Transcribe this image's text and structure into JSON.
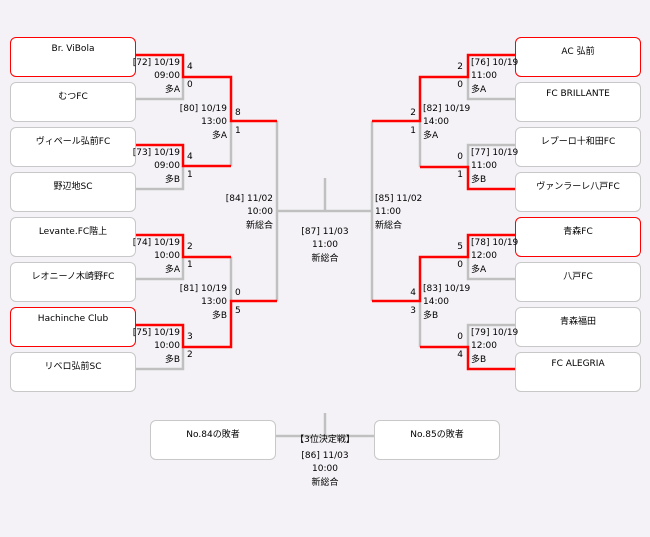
{
  "colors": {
    "winner": "#ff0000",
    "line": "#c0c0c0"
  },
  "left_teams": [
    "Br. ViBola",
    "むつFC",
    "ヴィペール弘前FC",
    "野辺地SC",
    "Levante.FC階上",
    "レオニーノ木崎野FC",
    "Hachinche Club",
    "リベロ弘前SC"
  ],
  "right_teams": [
    "AC 弘前",
    "FC BRILLANTE",
    "レプーロ十和田FC",
    "ヴァンラーレ八戸FC",
    "青森FC",
    "八戸FC",
    "青森福田",
    "FC ALEGRIA"
  ],
  "matches": {
    "m72": {
      "label": "[72] 10/19",
      "time": "09:00",
      "venue": "多A",
      "s1": "4",
      "s2": "0"
    },
    "m73": {
      "label": "[73] 10/19",
      "time": "09:00",
      "venue": "多B",
      "s1": "4",
      "s2": "1"
    },
    "m74": {
      "label": "[74] 10/19",
      "time": "10:00",
      "venue": "多A",
      "s1": "2",
      "s2": "1"
    },
    "m75": {
      "label": "[75] 10/19",
      "time": "10:00",
      "venue": "多B",
      "s1": "3",
      "s2": "2"
    },
    "m76": {
      "label": "[76] 10/19",
      "time": "11:00",
      "venue": "多A",
      "s1": "2",
      "s2": "0"
    },
    "m77": {
      "label": "[77] 10/19",
      "time": "11:00",
      "venue": "多B",
      "s1": "0",
      "s2": "1"
    },
    "m78": {
      "label": "[78] 10/19",
      "time": "12:00",
      "venue": "多A",
      "s1": "5",
      "s2": "0"
    },
    "m79": {
      "label": "[79] 10/19",
      "time": "12:00",
      "venue": "多B",
      "s1": "0",
      "s2": "4"
    },
    "m80": {
      "label": "[80] 10/19",
      "time": "13:00",
      "venue": "多A",
      "s1": "8",
      "s2": "1"
    },
    "m81": {
      "label": "[81] 10/19",
      "time": "13:00",
      "venue": "多B",
      "s1": "0",
      "s2": "5"
    },
    "m82": {
      "label": "[82] 10/19",
      "time": "14:00",
      "venue": "多A",
      "s1": "2",
      "s2": "1"
    },
    "m83": {
      "label": "[83] 10/19",
      "time": "14:00",
      "venue": "多B",
      "s1": "4",
      "s2": "3"
    },
    "m84": {
      "label": "[84] 11/02",
      "time": "10:00",
      "venue": "新総合"
    },
    "m85": {
      "label": "[85] 11/02",
      "time": "11:00",
      "venue": "新総合"
    },
    "m87": {
      "label": "[87] 11/03",
      "time": "11:00",
      "venue": "新総合"
    },
    "m86": {
      "title": "【3位決定戦】",
      "label": "[86] 11/03",
      "time": "10:00",
      "venue": "新総合"
    }
  },
  "third_place": {
    "left": "No.84の敗者",
    "right": "No.85の敗者"
  }
}
